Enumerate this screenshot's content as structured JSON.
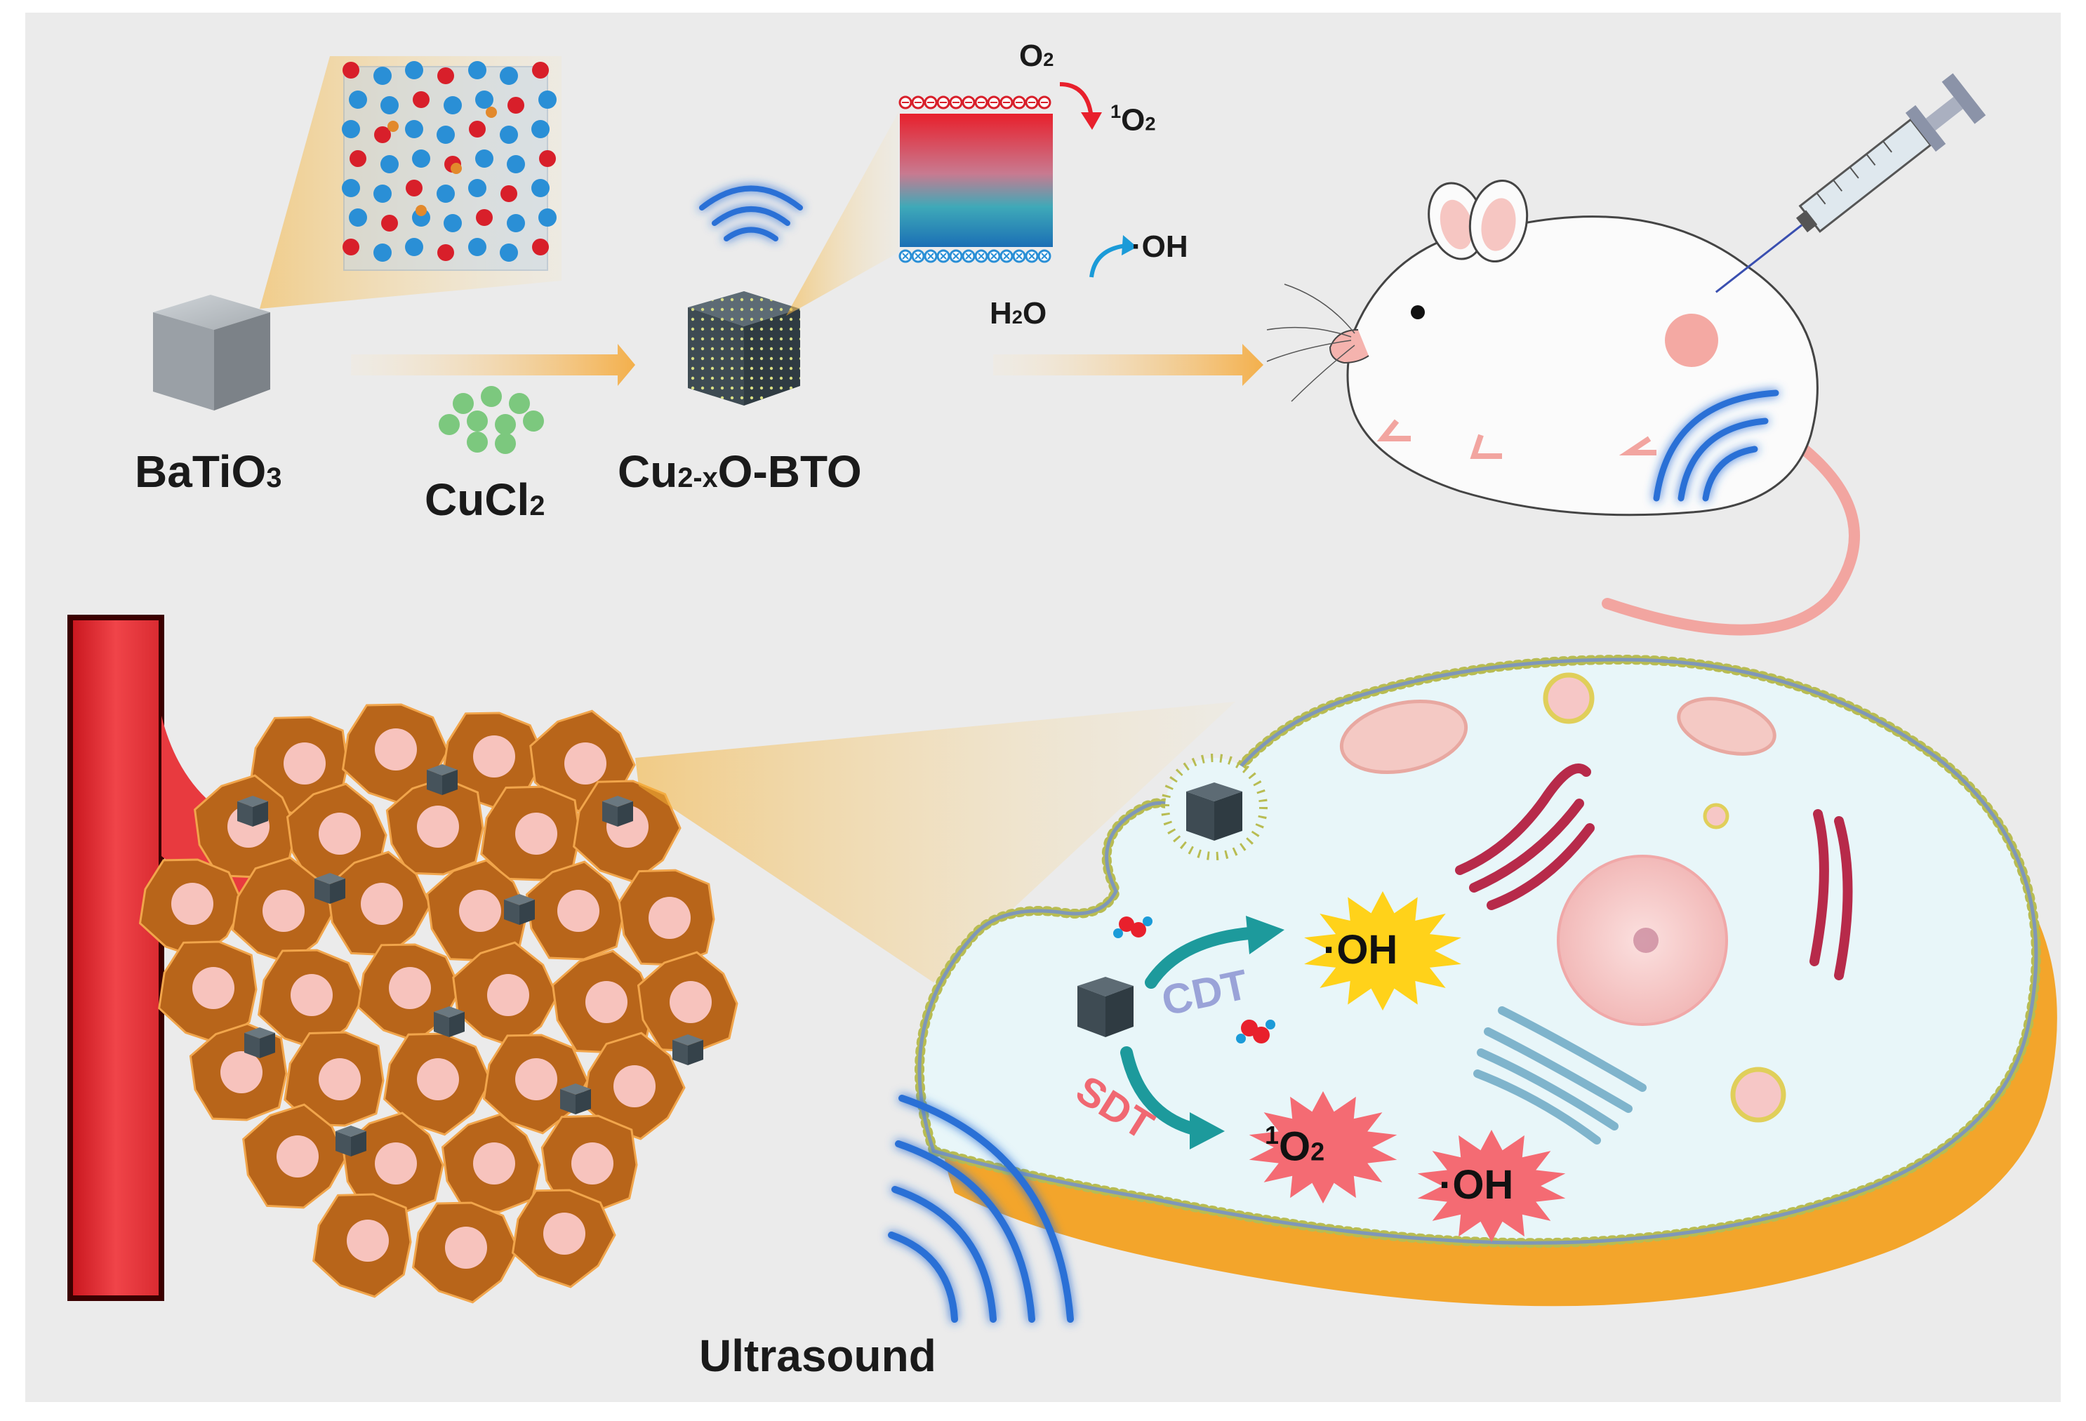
{
  "synthesis": {
    "batio3": {
      "main": "BaTiO",
      "sub": "3"
    },
    "cucl2": {
      "main": "CuCl",
      "sub": "2"
    },
    "product": {
      "a": "Cu",
      "sub": "2-x",
      "b": "O-BTO"
    }
  },
  "band": {
    "o2": {
      "main": "O",
      "sub": "2"
    },
    "singlet": {
      "sup": "1",
      "main": "O",
      "sub": "2"
    },
    "oh": "·OH",
    "h2o": {
      "a": "H",
      "sub": "2",
      "b": "O"
    }
  },
  "cell": {
    "cdt": "CDT",
    "sdt": "SDT",
    "oh_yellow": "·OH",
    "singlet": {
      "sup": "1",
      "main": "O",
      "sub": "2"
    },
    "oh_red": "·OH"
  },
  "ultrasound": "Ultrasound",
  "colors": {
    "background": "#ebebeb",
    "vessel_red": "#e8383d",
    "tumor_cell": "#b8651a",
    "nucleus": "#f7c3bd",
    "arrow_teal": "#1d9a9c",
    "wave_blue": "#2b6fd6",
    "burst_yellow": "#ffd21a",
    "burst_red": "#f46b73",
    "cdt_text": "#9aa3d8",
    "sdt_text": "#f06872"
  },
  "icons": [
    "cube-lattice-icon",
    "syringe-icon",
    "mouse-icon",
    "ultrasound-wave-icon",
    "tumor-cell-icon",
    "mitochondria-icon",
    "golgi-icon",
    "er-icon",
    "nucleus-icon"
  ]
}
